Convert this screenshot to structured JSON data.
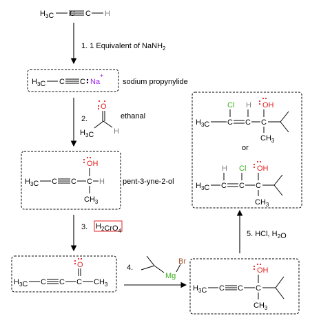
{
  "propyne": {
    "h3c": "H3C",
    "h": "H"
  },
  "step1": {
    "label": "1. 1 Equivalent of NaNH2"
  },
  "propynylide": {
    "h3c": "H3C",
    "na": "Na",
    "plus": "+",
    "name": "sodium propynylide"
  },
  "step2": {
    "number": "2.",
    "o": "O",
    "h3c": "H3C",
    "h": "H",
    "name": "ethanal"
  },
  "alcohol1": {
    "h3c": "H3C",
    "oh": "OH",
    "h": "H",
    "ch3": "CH3",
    "name": "pent-3-yne-2-ol"
  },
  "step3": {
    "number": "3.",
    "reagent": "H2CrO4"
  },
  "ketone": {
    "h3c": "H3C",
    "o": "O",
    "ch3": "CH3"
  },
  "step4": {
    "number": "4.",
    "mg": "Mg",
    "br": "Br"
  },
  "alcohol2": {
    "h3c": "H3C",
    "oh": "OH",
    "ch3": "CH3"
  },
  "step5": {
    "label": "5. HCl, H2O"
  },
  "product_a": {
    "cl": "Cl",
    "h": "H",
    "oh": "OH",
    "h3c": "H3C",
    "ch3": "CH3"
  },
  "or_text": "or",
  "product_b": {
    "h": "H",
    "cl": "Cl",
    "oh": "OH",
    "h3c": "H3C",
    "ch3": "CH3"
  },
  "colors": {
    "chlorine": "#3cb01e",
    "oxygen": "#e32222",
    "hydrogen": "#7f7f7f",
    "sodium": "#a020f0",
    "reagent_box": "#e32222"
  }
}
